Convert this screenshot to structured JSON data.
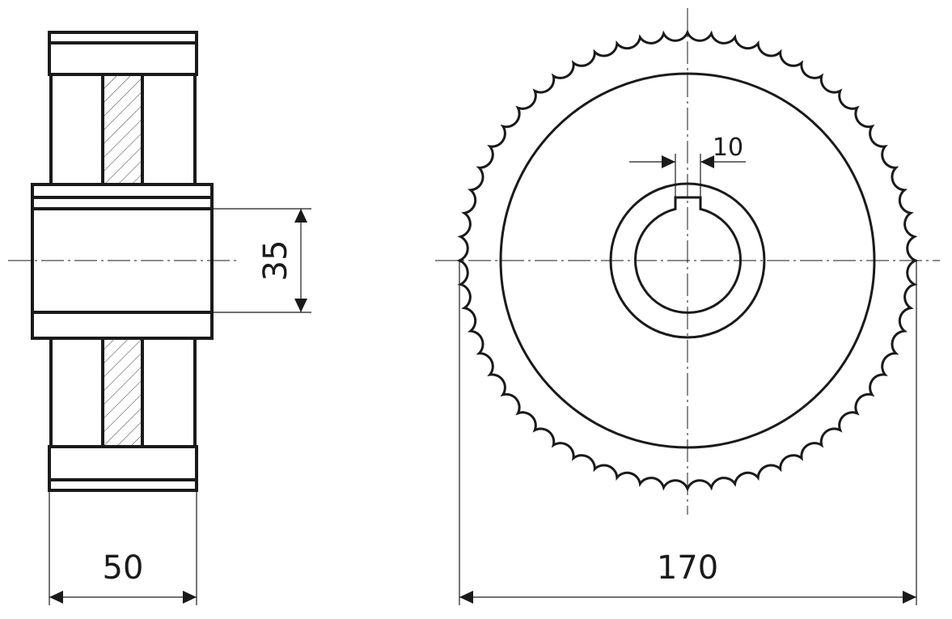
{
  "drawing": {
    "dimensions": {
      "width": "50",
      "bore_diameter": "35",
      "keyway_width": "10",
      "outer_diameter": "170"
    },
    "colors": {
      "line": "#1a1a1a",
      "rim_band": "#d3d3d3"
    },
    "teeth_count": 60
  }
}
